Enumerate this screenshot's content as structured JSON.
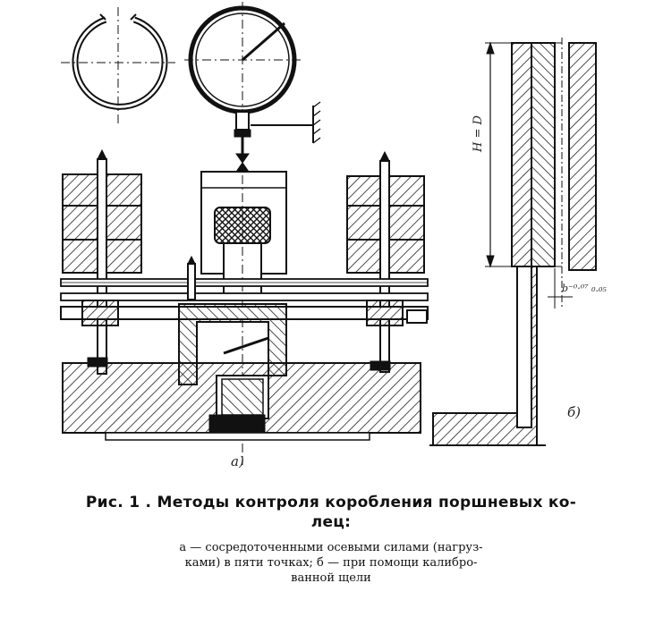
{
  "figure": {
    "label_a": "а)",
    "label_b": "б)",
    "dimension_label": "H = D",
    "tolerance_label": "b⁻⁰·⁰⁷ ₀.₀₅"
  },
  "caption": {
    "title_line1": "Рис. 1 . Методы контроля коробления поршневых ко-",
    "title_line2": "лец:",
    "text_line1": "а — сосредоточенными осевыми силами (нагруз-",
    "text_line2": "ками) в пяти точках; б — при помощи калибро-",
    "text_line3": "ванной щели"
  }
}
